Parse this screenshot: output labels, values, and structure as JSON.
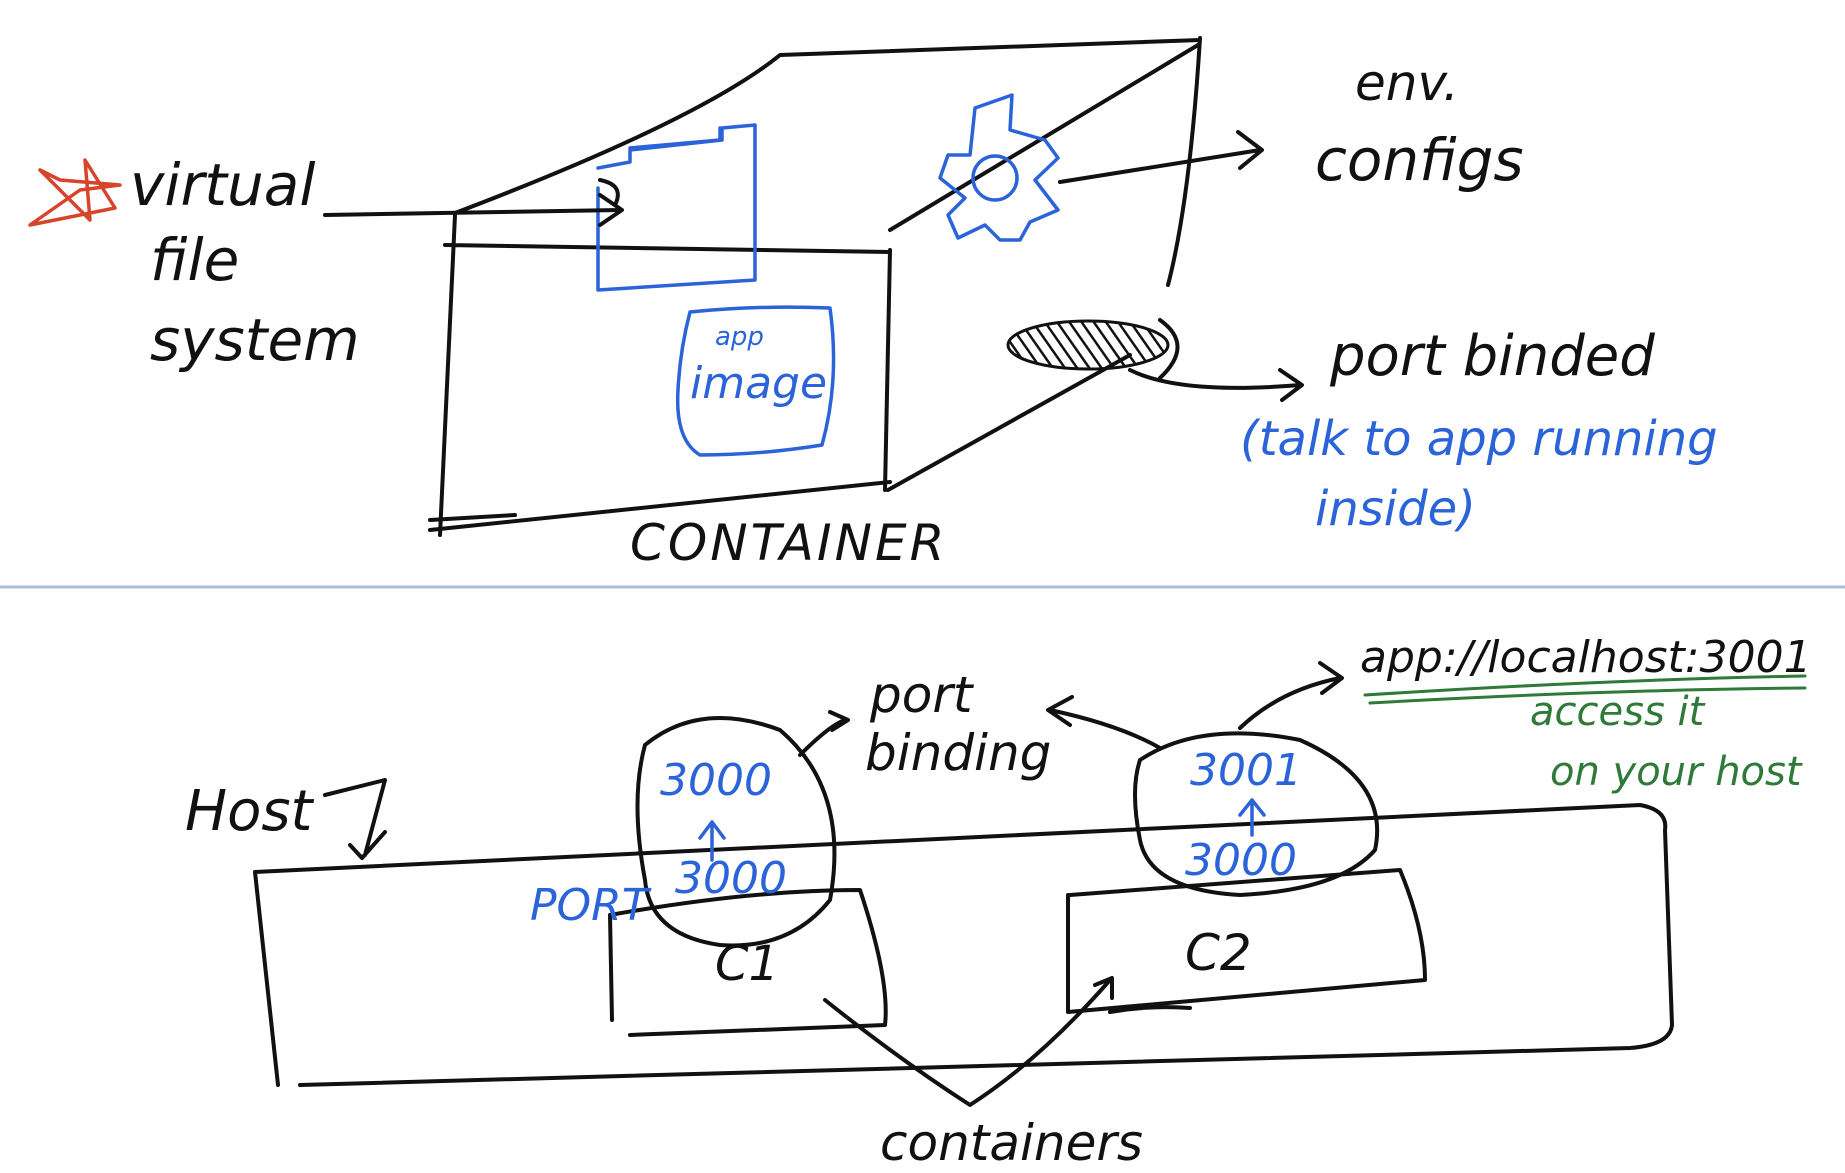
{
  "top": {
    "virtual_fs_label_line1": "virtual",
    "virtual_fs_label_line2": "file",
    "virtual_fs_label_line3": "system",
    "env_label_line1": "env.",
    "env_label_line2": "configs",
    "port_label": "port binded",
    "port_note_line1": "(talk to app running",
    "port_note_line2": "inside)",
    "app_image_small": "app",
    "app_image_big": "image",
    "container_label": "CONTAINER"
  },
  "bottom": {
    "host_label": "Host",
    "port_binding_line1": "port",
    "port_binding_line2": "binding",
    "url_label": "app://localhost:3001",
    "access_line1": "access it",
    "access_line2": "on your host",
    "c1_host_port": "3000",
    "c1_container_port": "3000",
    "c1_port_prefix": "PORT",
    "c1_label": "C1",
    "c2_host_port": "3001",
    "c2_container_port": "3000",
    "c2_label": "C2",
    "containers_label": "containers"
  },
  "colors": {
    "ink": "#111111",
    "blue": "#2b63d9",
    "red": "#d6452b",
    "green": "#2f7a38",
    "divider": "#a9bedb"
  }
}
